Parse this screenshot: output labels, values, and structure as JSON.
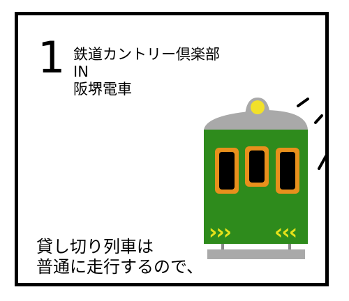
{
  "panel": {
    "number": "1",
    "caption_lines": [
      "鉄道カントリー倶楽部",
      "IN",
      "阪堺電車"
    ],
    "narration_lines": [
      "貸し切り列車は",
      "普通に走行するので、"
    ]
  },
  "train": {
    "body_color": "#2e8b1c",
    "roof_color": "#a9a9a9",
    "headlight_color": "#f2e12a",
    "window_frame_color": "#e8901c",
    "window_glass_color": "#000000",
    "chevron_color": "#e6e21a",
    "chevron_left": "›››",
    "chevron_right": "‹‹‹"
  }
}
